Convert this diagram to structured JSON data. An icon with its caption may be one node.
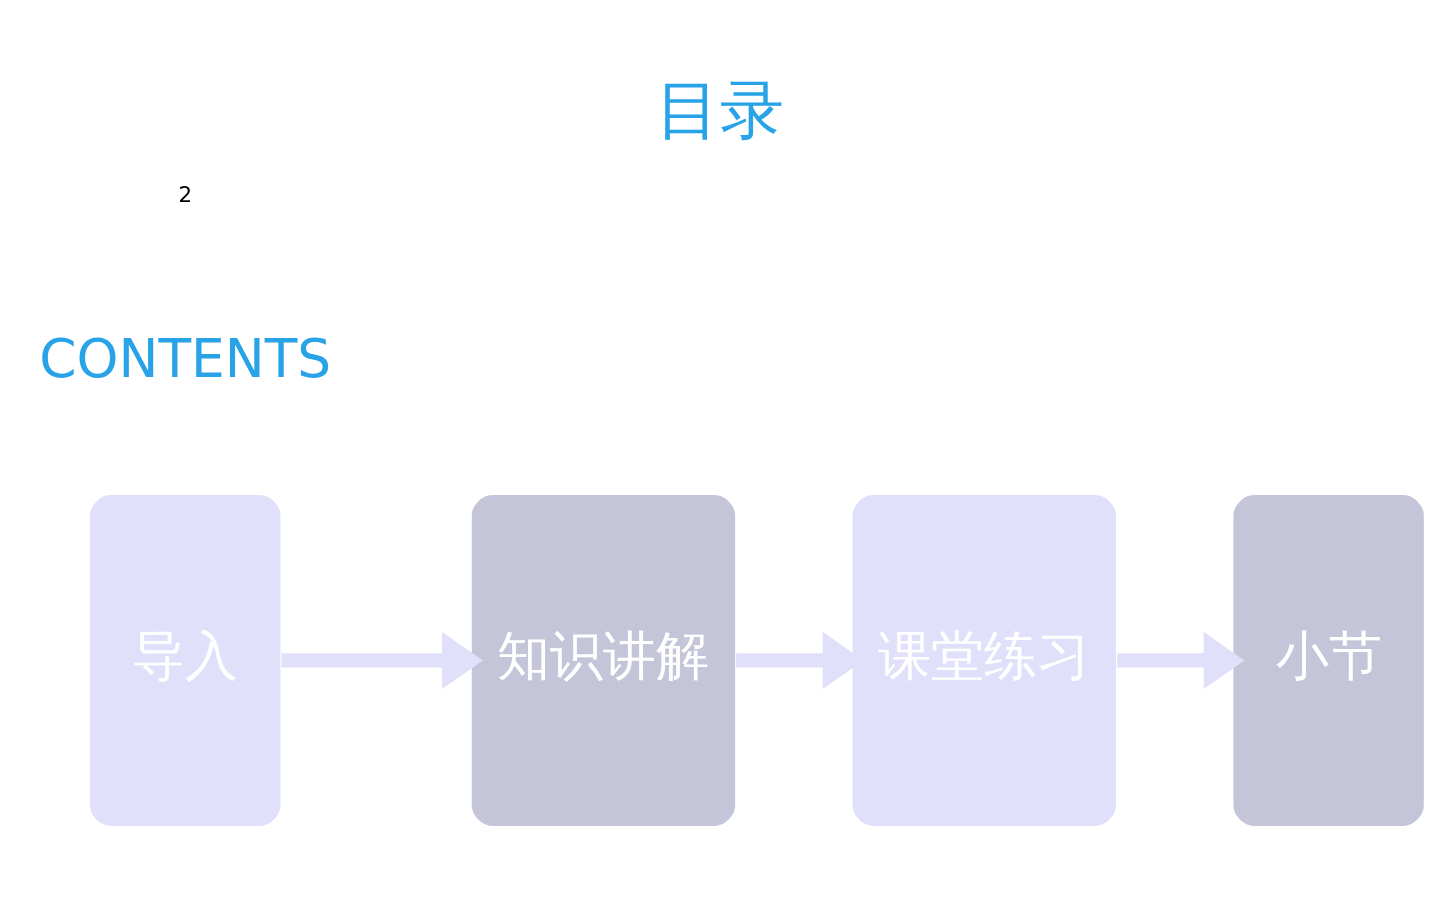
{
  "diagram": {
    "title": "目录",
    "nodes": [
      {
        "text": [
          "导入"
        ]
      },
      {
        "text": [
          "知识讲解"
        ]
      },
      {
        "text": [
          "课堂练习"
        ]
      },
      {
        "text": [
          "小节"
        ]
      }
    ],
    "edges": [
      {
        "from": 0,
        "to": 1,
        "arrow": "to"
      },
      {
        "from": 1,
        "to": 2,
        "arrow": "to"
      },
      {
        "from": 2,
        "to": 3,
        "arrow": "to"
      }
    ],
    "labels": [
      "CONTENTS",
      "2"
    ]
  }
}
